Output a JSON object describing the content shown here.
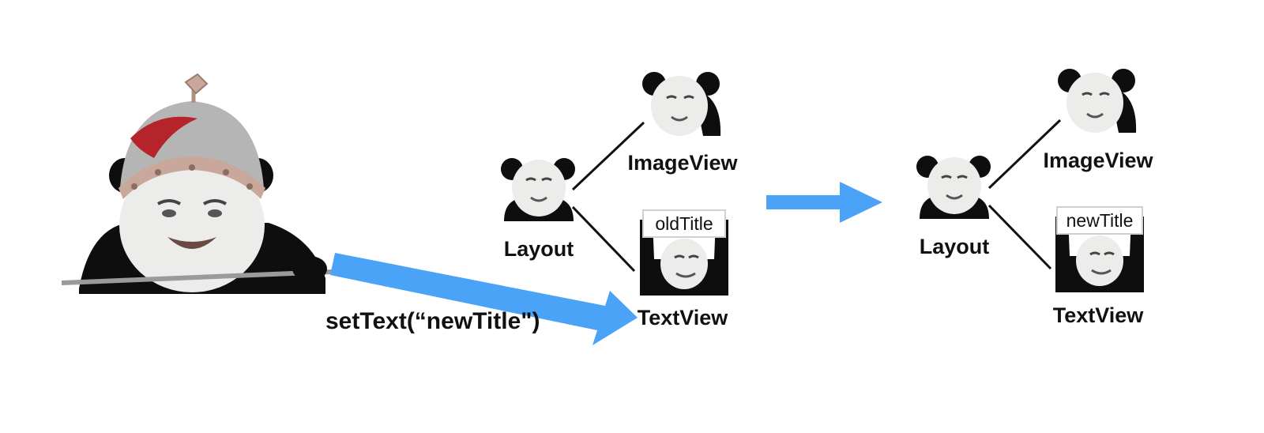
{
  "call_label": "setText(“newTitle\")",
  "before": {
    "root_label": "Layout",
    "image_label": "ImageView",
    "text_label": "TextView",
    "sign_text": "oldTitle"
  },
  "after": {
    "root_label": "Layout",
    "image_label": "ImageView",
    "text_label": "TextView",
    "sign_text": "newTitle"
  },
  "colors": {
    "arrow": "#4aa3f7",
    "line": "#111111",
    "panda_black": "#0e0e0e",
    "face": "#ececea",
    "helmet": "#c9a79a",
    "plume": "#b5242a"
  },
  "icons": {
    "soldier": "helmeted-panda-soldier-icon",
    "panda": "panda-head-icon",
    "sign_panda": "panda-holding-sign-icon"
  }
}
